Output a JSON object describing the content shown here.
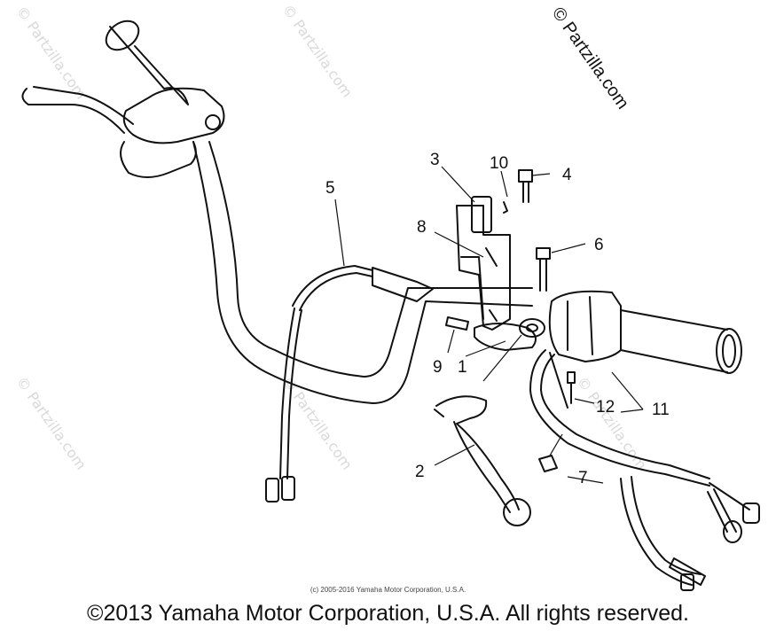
{
  "watermark": "© Partzilla.com",
  "callouts": {
    "c1": "1",
    "c2": "2",
    "c3": "3",
    "c4": "4",
    "c5": "5",
    "c6": "6",
    "c7": "7",
    "c8": "8",
    "c9": "9",
    "c10": "10",
    "c11": "11",
    "c12": "12"
  },
  "fine_print": "(c) 2005-2016 Yamaha Motor Corporation, U.S.A.",
  "copyright": "©2013 Yamaha Motor Corporation, U.S.A. All rights reserved."
}
